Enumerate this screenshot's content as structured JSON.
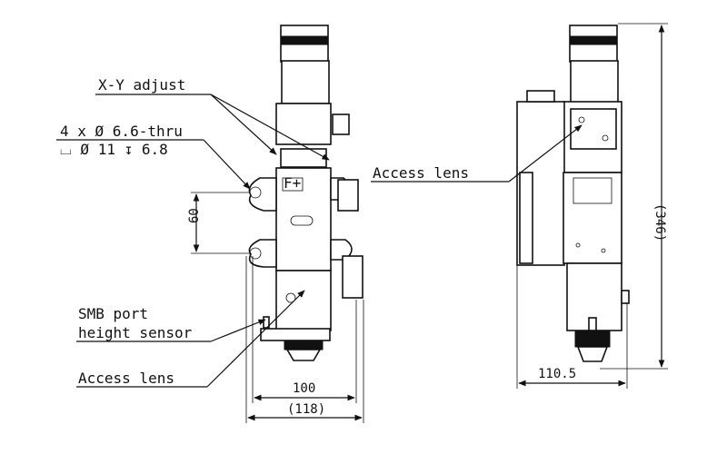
{
  "labels": {
    "xy_adjust": "X-Y adjust",
    "holes_line1": "4 x Ø 6.6-thru",
    "holes_line2": "⌴ Ø 11 ↧ 6.8",
    "smb_port": "SMB port",
    "height_sensor": "height sensor",
    "access_lens_left": "Access lens",
    "access_lens_right": "Access lens"
  },
  "dimensions": {
    "hole_spacing": "60",
    "width_body": "100",
    "width_overall": "(118)",
    "depth": "110.5",
    "height": "(346)"
  },
  "plate_text": "F+"
}
